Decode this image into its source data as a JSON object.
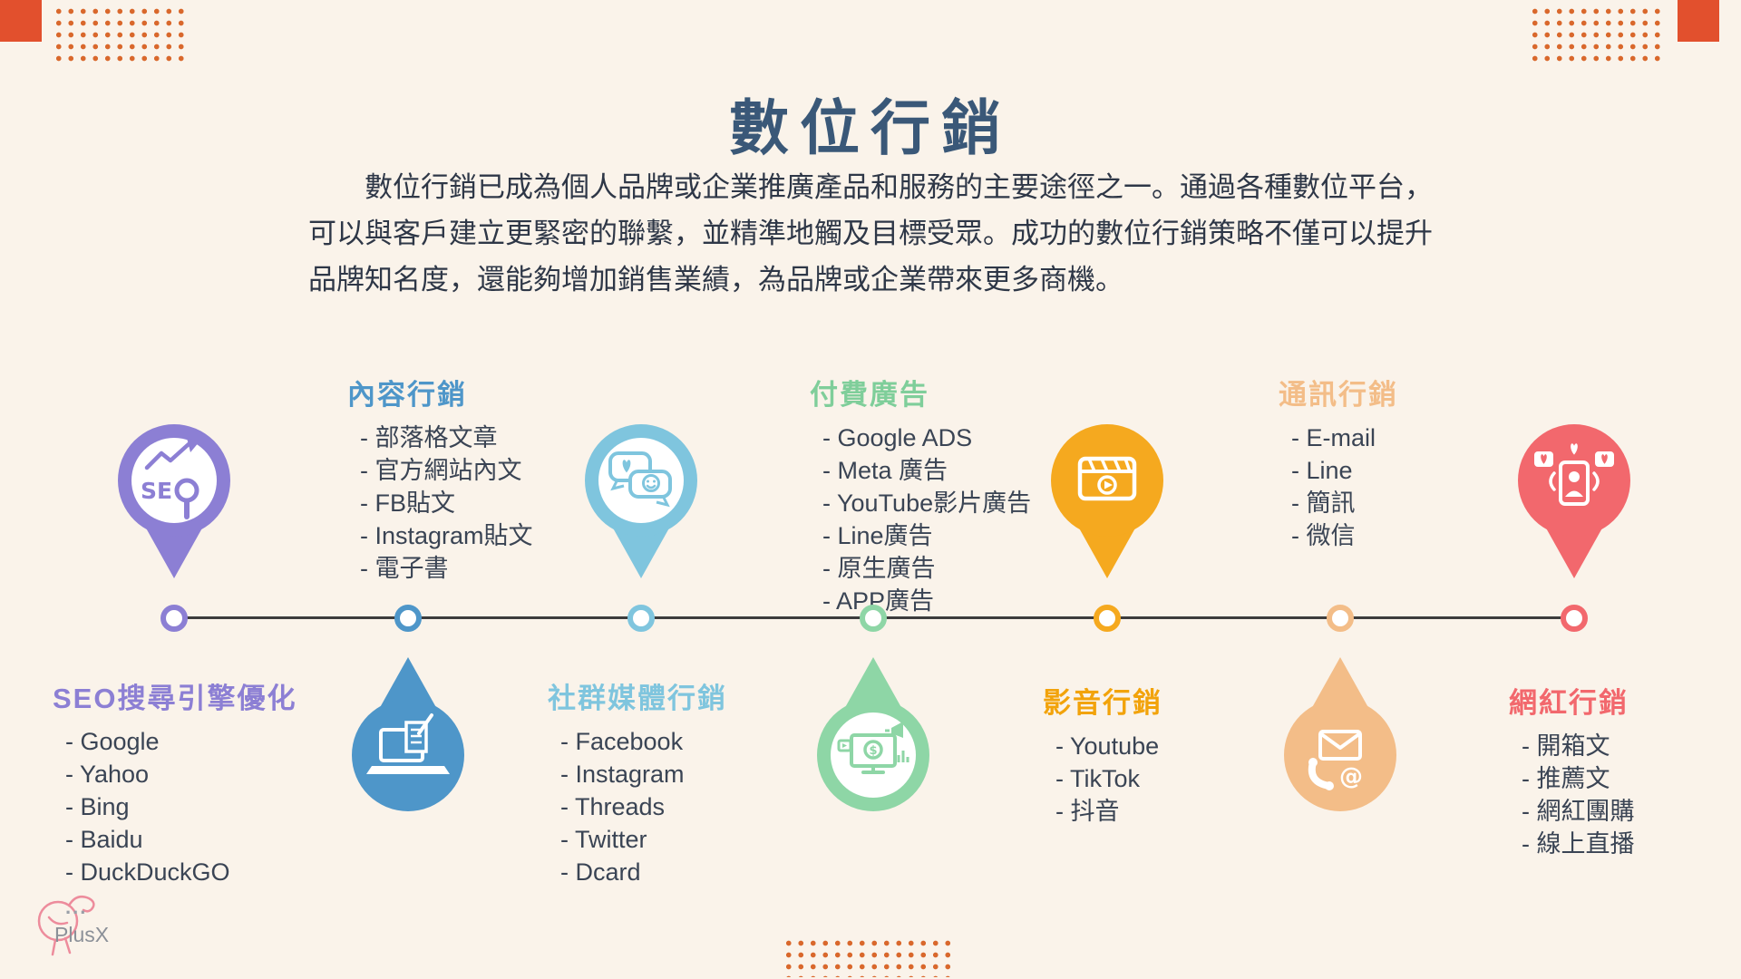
{
  "header": {
    "title": "數位行銷",
    "description": "數位行銷已成為個人品牌或企業推廣產品和服務的主要途徑之一。通過各種數位平台，可以與客戶建立更緊密的聯繫，並精準地觸及目標受眾。成功的數位行銷策略不僅可以提升品牌知名度，還能夠增加銷售業績，為品牌或企業帶來更多商機。"
  },
  "colors": {
    "background": "#FAF3EA",
    "title": "#3A5878",
    "decor_dot": "#D9682C",
    "decor_square": "#E2502D",
    "timeline_line": "#3C3C3C"
  },
  "timeline": {
    "items": [
      {
        "label": "SEO搜尋引擎優化",
        "color": "#8C7FD4",
        "icon": "seo-magnifier-icon",
        "entries": [
          "- Google",
          "- Yahoo",
          "- Bing",
          "- Baidu",
          "- DuckDuckGO"
        ]
      },
      {
        "label": "內容行銷",
        "color": "#4E96C9",
        "icon": "laptop-writing-icon",
        "entries": [
          "- 部落格文章",
          "- 官方網站內文",
          "- FB貼文",
          "- Instagram貼文",
          "- 電子書"
        ]
      },
      {
        "label": "社群媒體行銷",
        "color": "#7FC5DE",
        "icon": "chat-bubbles-icon",
        "entries": [
          "- Facebook",
          "- Instagram",
          "- Threads",
          "- Twitter",
          "- Dcard"
        ]
      },
      {
        "label": "付費廣告",
        "color": "#8ED6A6",
        "icon": "ads-monitor-icon",
        "entries": [
          "- Google  ADS",
          "- Meta 廣告",
          "- YouTube影片廣告",
          "- Line廣告",
          "- 原生廣告",
          "- APP廣告"
        ]
      },
      {
        "label": "影音行銷",
        "color": "#F5A91F",
        "icon": "video-clapperboard-icon",
        "entries": [
          "- Youtube",
          "- TikTok",
          "- 抖音"
        ]
      },
      {
        "label": "通訊行銷",
        "color": "#F3BD88",
        "icon": "mail-phone-icon",
        "entries": [
          "- E-mail",
          "- Line",
          "- 簡訊",
          "- 微信"
        ]
      },
      {
        "label": "網紅行銷",
        "color": "#F2686D",
        "icon": "influencer-phone-icon",
        "entries": [
          "- 開箱文",
          "- 推薦文",
          "- 網紅團購",
          "- 線上直播"
        ]
      }
    ]
  },
  "logo": {
    "brand": "PlusX",
    "dots": "..."
  }
}
